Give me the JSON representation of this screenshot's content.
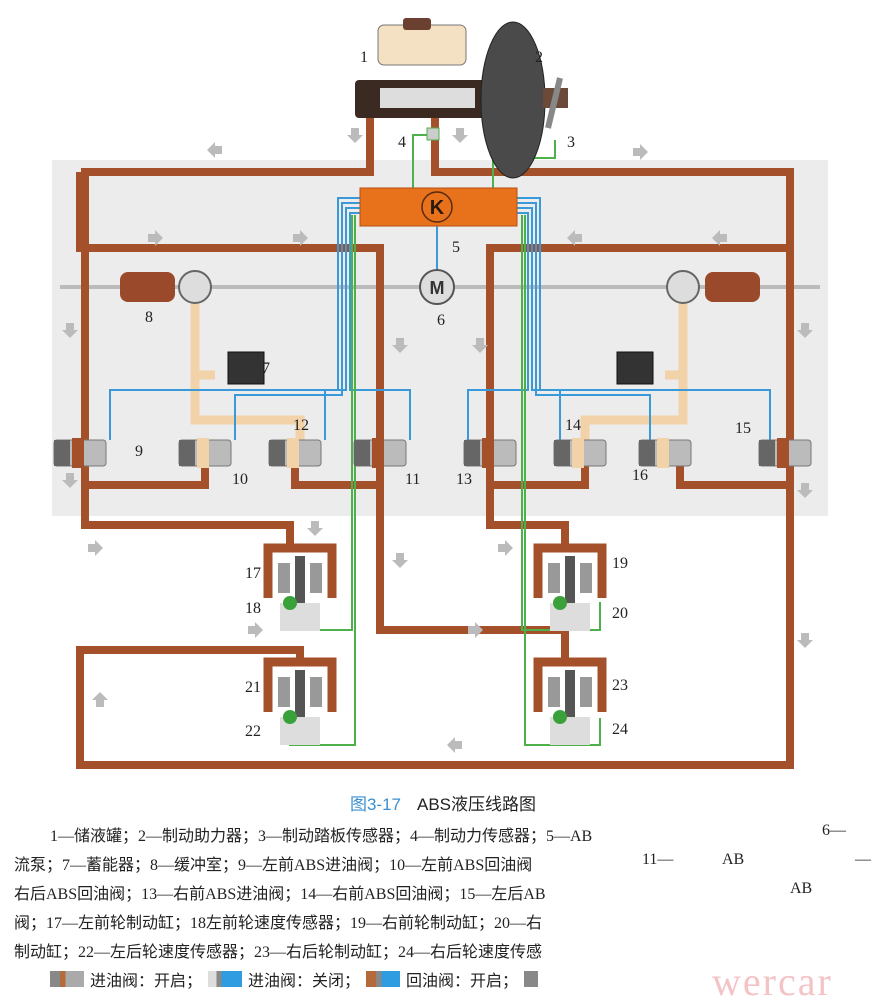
{
  "figure": {
    "number": "图3-17",
    "title": "ABS液压线路图",
    "ecu_symbol": "K",
    "motor_symbol": "M",
    "component_numbers": [
      "1",
      "2",
      "3",
      "4",
      "5",
      "6",
      "7",
      "8",
      "9",
      "10",
      "11",
      "12",
      "13",
      "14",
      "15",
      "16",
      "17",
      "18",
      "19",
      "20",
      "21",
      "22",
      "23",
      "24"
    ]
  },
  "caption_lines": [
    "1—储液罐；2—制动助力器；3—制动踏板传感器；4—制动力传感器；5—AB",
    "流泵；7—蓄能器；8—缓冲室；9—左前ABS进油阀；10—左前ABS回油阀",
    "右后ABS回油阀；13—右前ABS进油阀；14—右前ABS回油阀；15—左后AB",
    "阀；17—左前轮制动缸；18左前轮速度传感器；19—右前轮制动缸；20—右",
    "制动缸；22—左后轮速度传感器；23—右后轮制动缸；24—右后轮速度传感"
  ],
  "caption_fragments": [
    "6—",
    "11—",
    "AB",
    "—",
    "AB"
  ],
  "legend": [
    {
      "label": "进油阀：开启；"
    },
    {
      "label": "进油阀：关闭；"
    },
    {
      "label": "回油阀：开启；"
    }
  ],
  "watermark": "wercar",
  "colors": {
    "pipe": "#a4512b",
    "electric": "#3a9ad9",
    "sensor": "#4db04a",
    "ecu": "#e8711c",
    "panel": "#ececec",
    "title": "#3a8fd0"
  }
}
